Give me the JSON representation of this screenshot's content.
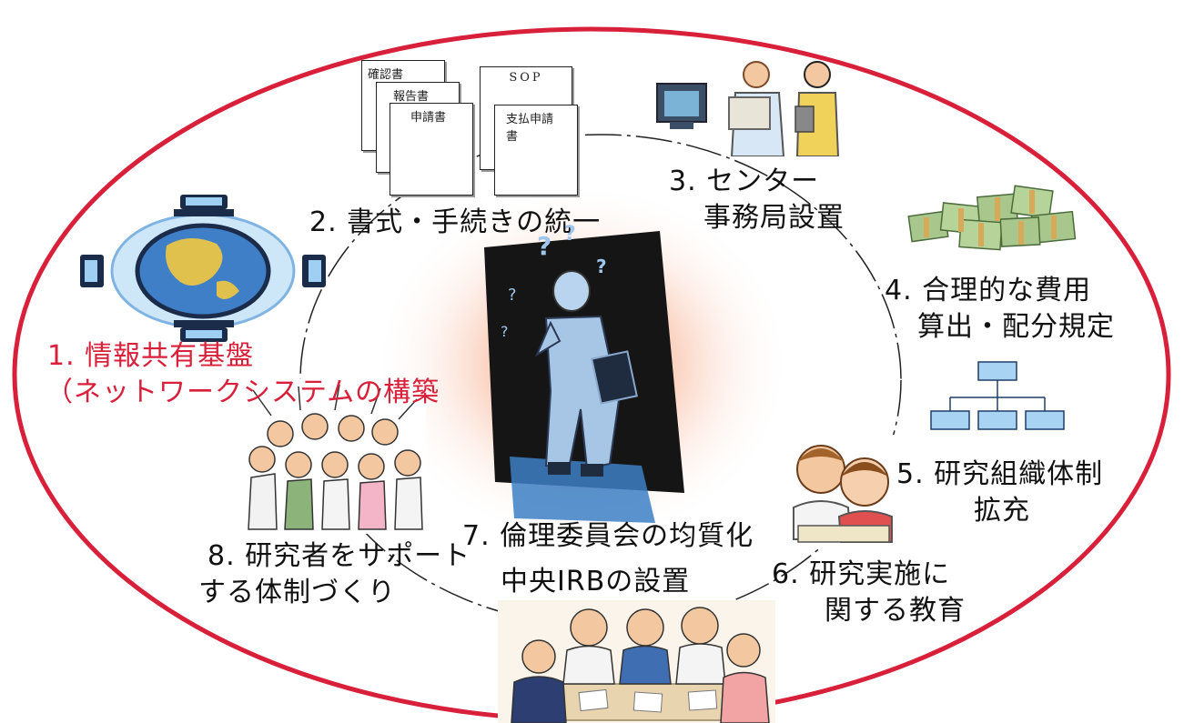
{
  "colors": {
    "outer_ellipse": "#d8203a",
    "inner_circle": "#222222",
    "center_glow": "#f07d55",
    "blackboard": "#151515"
  },
  "documents": {
    "doc_confirmation": "確認書",
    "doc_report": "報告書",
    "doc_application": "申請書",
    "doc_sop": "SOP",
    "doc_payment": "支払申請書"
  },
  "items": [
    {
      "num": "1.",
      "lines": [
        "情報共有基盤",
        "（ネットワークシステムの構築"
      ]
    },
    {
      "num": "2.",
      "lines": [
        "書式・手続きの統一"
      ]
    },
    {
      "num": "3.",
      "lines": [
        "センター",
        "事務局設置"
      ]
    },
    {
      "num": "4.",
      "lines": [
        "合理的な費用",
        "算出・配分規定"
      ]
    },
    {
      "num": "5.",
      "lines": [
        "研究組織体制",
        "拡充"
      ]
    },
    {
      "num": "6.",
      "lines": [
        "研究実施に",
        "関する教育"
      ]
    },
    {
      "num": "7.",
      "lines": [
        "倫理委員会の均質化",
        "中央IRBの設置"
      ]
    },
    {
      "num": "8.",
      "lines": [
        "研究者をサポート",
        "する体制づくり"
      ]
    }
  ],
  "icons": {
    "network": "globe-network-icon",
    "documents": "document-stack-icon",
    "office": "office-staff-icon",
    "money": "money-bundle-icon",
    "org": "org-chart-icon",
    "education": "children-study-icon",
    "center": "thinking-researcher-icon",
    "meeting": "committee-meeting-icon",
    "researchers": "researcher-group-icon"
  }
}
